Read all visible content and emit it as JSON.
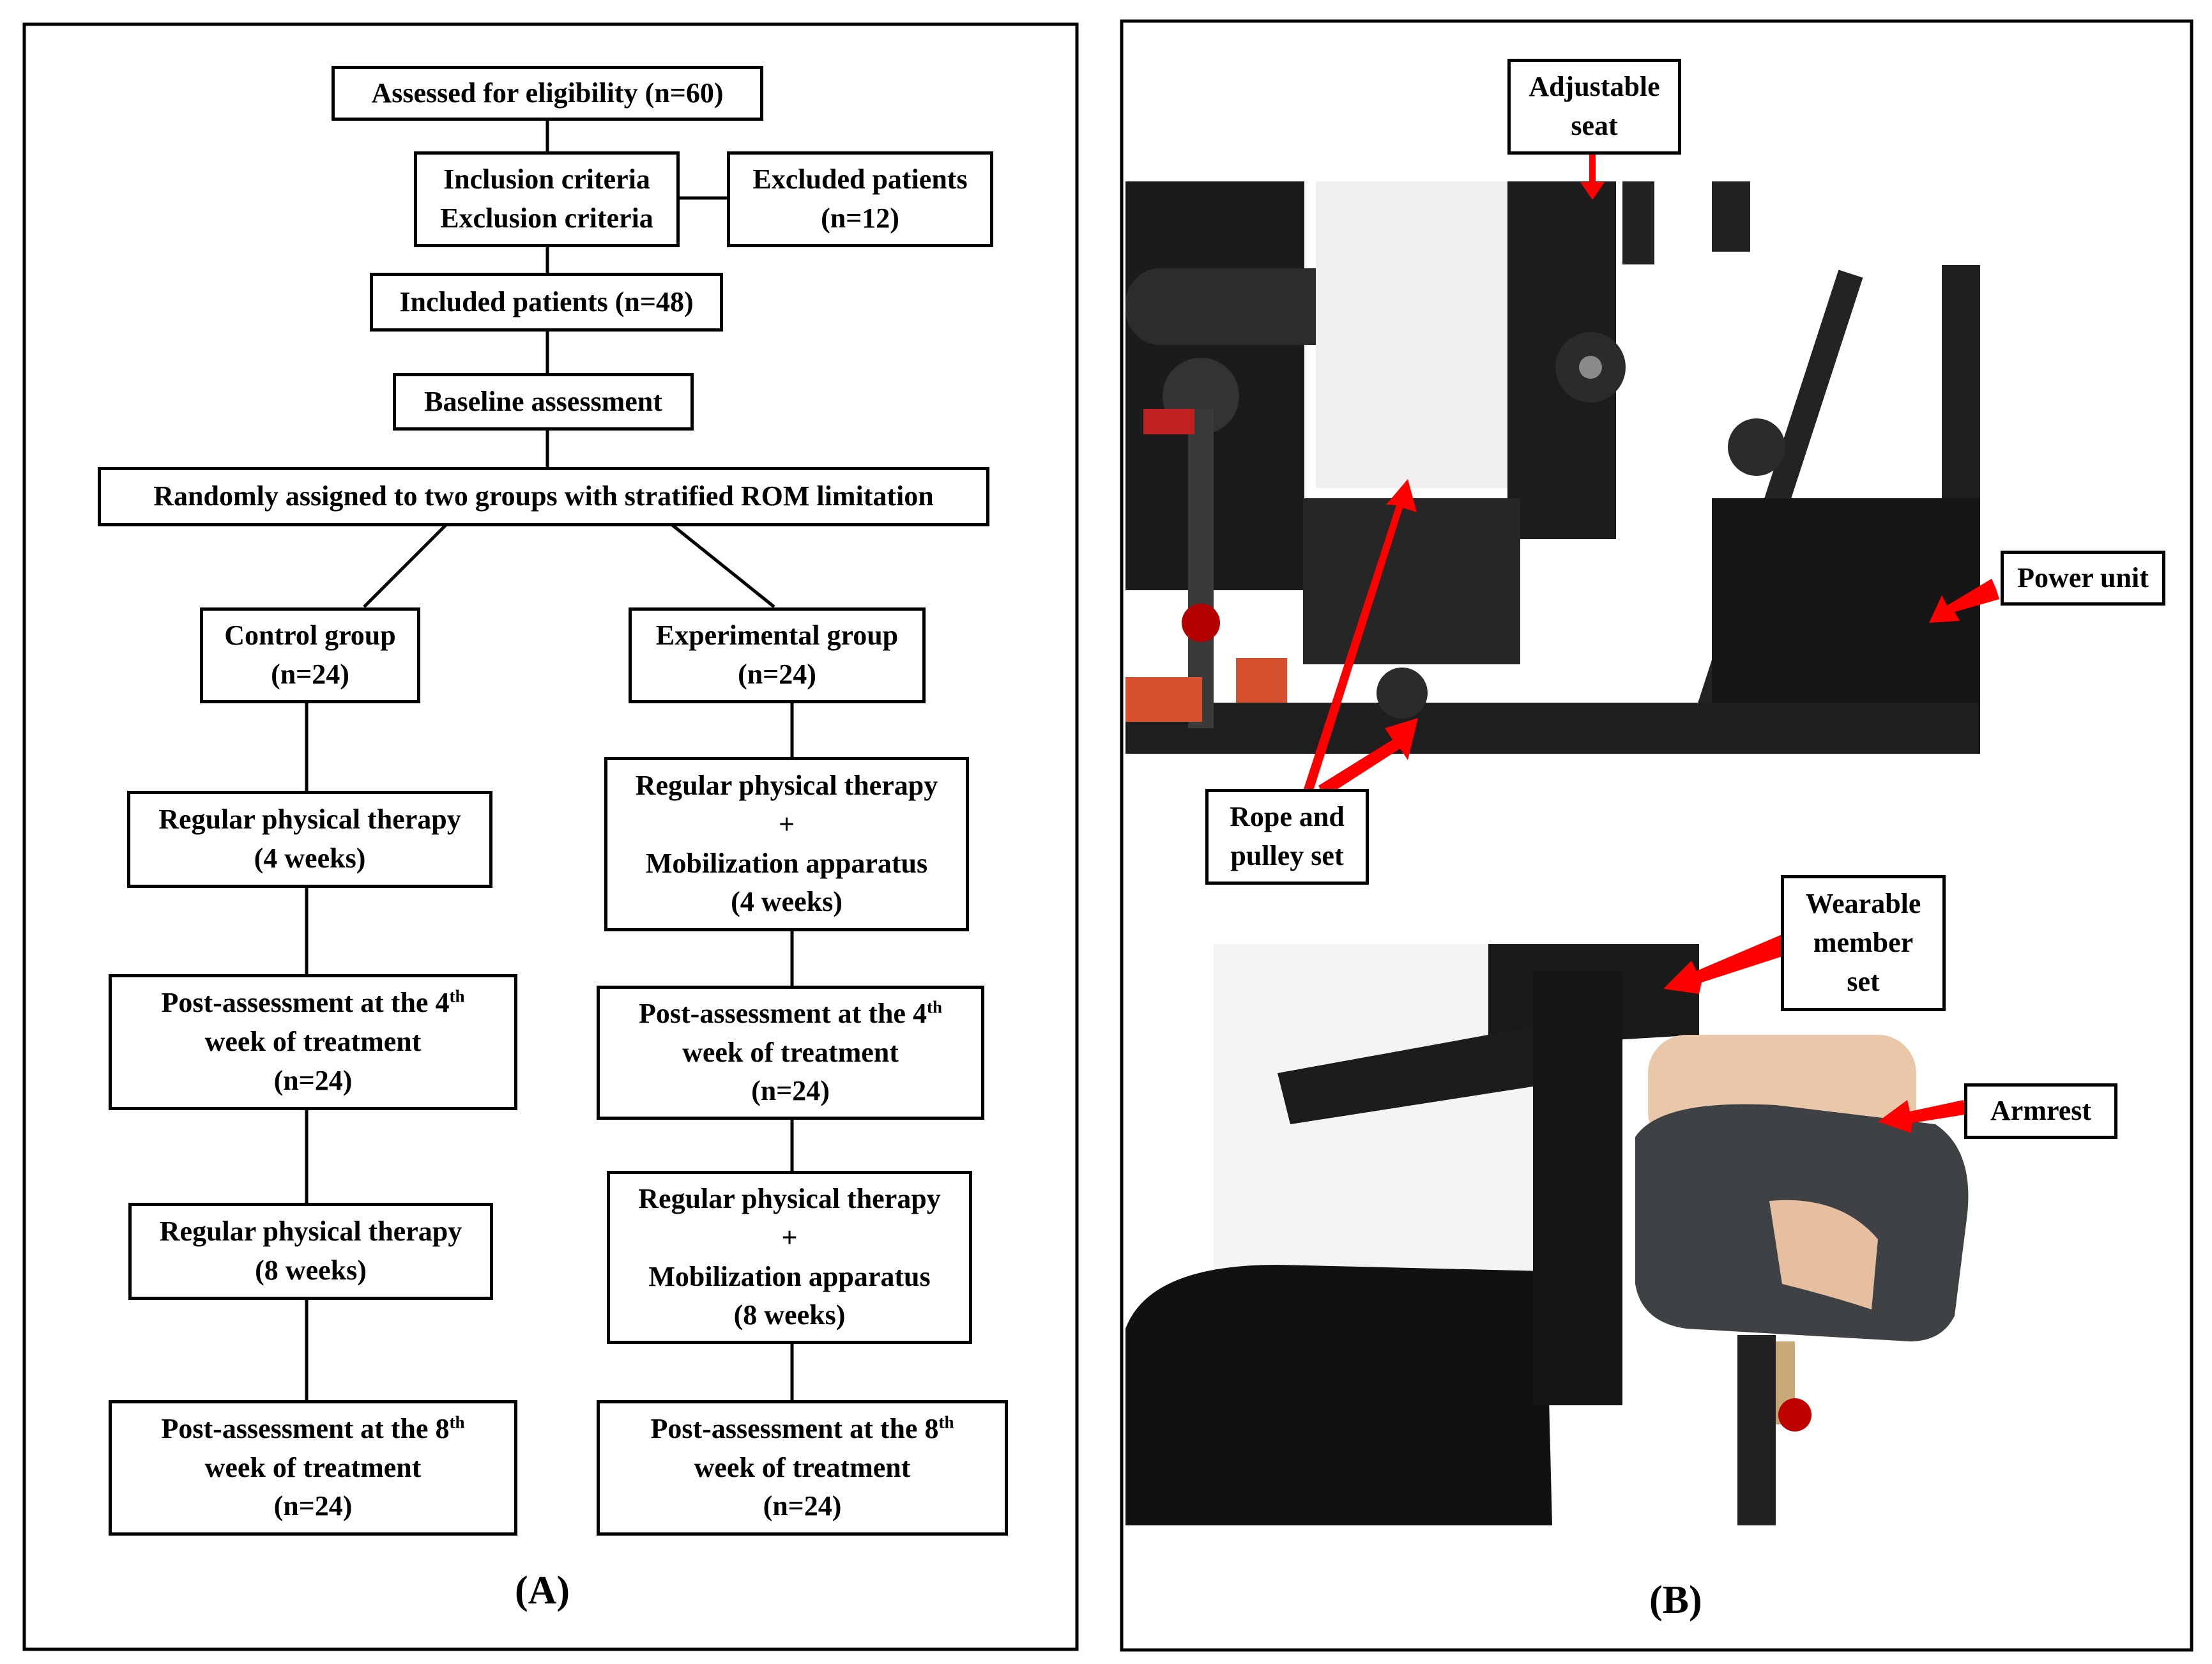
{
  "panel_a": {
    "label": "(A)",
    "eligibility": "Assessed for eligibility  (n=60)",
    "criteria": [
      "Inclusion criteria",
      "Exclusion criteria"
    ],
    "excluded": [
      "Excluded patients",
      "(n=12)"
    ],
    "included": "Included patients (n=48)",
    "baseline": "Baseline assessment",
    "randomized": "Randomly assigned to two groups with stratified ROM limitation",
    "control": {
      "group": [
        "Control group",
        "(n=24)"
      ],
      "therapy_4": [
        "Regular physical therapy",
        "(4 weeks)"
      ],
      "post_4": {
        "pre": "Post-assessment at the 4",
        "sup": "th",
        "line2": "week of treatment",
        "line3": "(n=24)"
      },
      "therapy_8": [
        "Regular physical therapy",
        "(8 weeks)"
      ],
      "post_8": {
        "pre": "Post-assessment at the 8",
        "sup": "th",
        "line2": "week of treatment",
        "line3": "(n=24)"
      }
    },
    "experimental": {
      "group": [
        "Experimental group",
        "(n=24)"
      ],
      "therapy_4": [
        "Regular physical therapy",
        "+",
        "Mobilization apparatus",
        "(4 weeks)"
      ],
      "post_4": {
        "pre": "Post-assessment at the 4",
        "sup": "th",
        "line2": "week of treatment",
        "line3": "(n=24)"
      },
      "therapy_8": [
        "Regular physical therapy",
        "+",
        "Mobilization apparatus",
        "(8 weeks)"
      ],
      "post_8": {
        "pre": "Post-assessment at the 8",
        "sup": "th",
        "line2": "week of treatment",
        "line3": "(n=24)"
      }
    }
  },
  "panel_b": {
    "label": "(B)",
    "adjustable_seat": [
      "Adjustable",
      "seat"
    ],
    "power_unit": "Power unit",
    "rope_pulley": [
      "Rope and",
      "pulley set"
    ],
    "wearable": [
      "Wearable",
      "member",
      "set"
    ],
    "armrest": "Armrest"
  },
  "colors": {
    "arrow": "#ff0000",
    "line": "#000000"
  }
}
